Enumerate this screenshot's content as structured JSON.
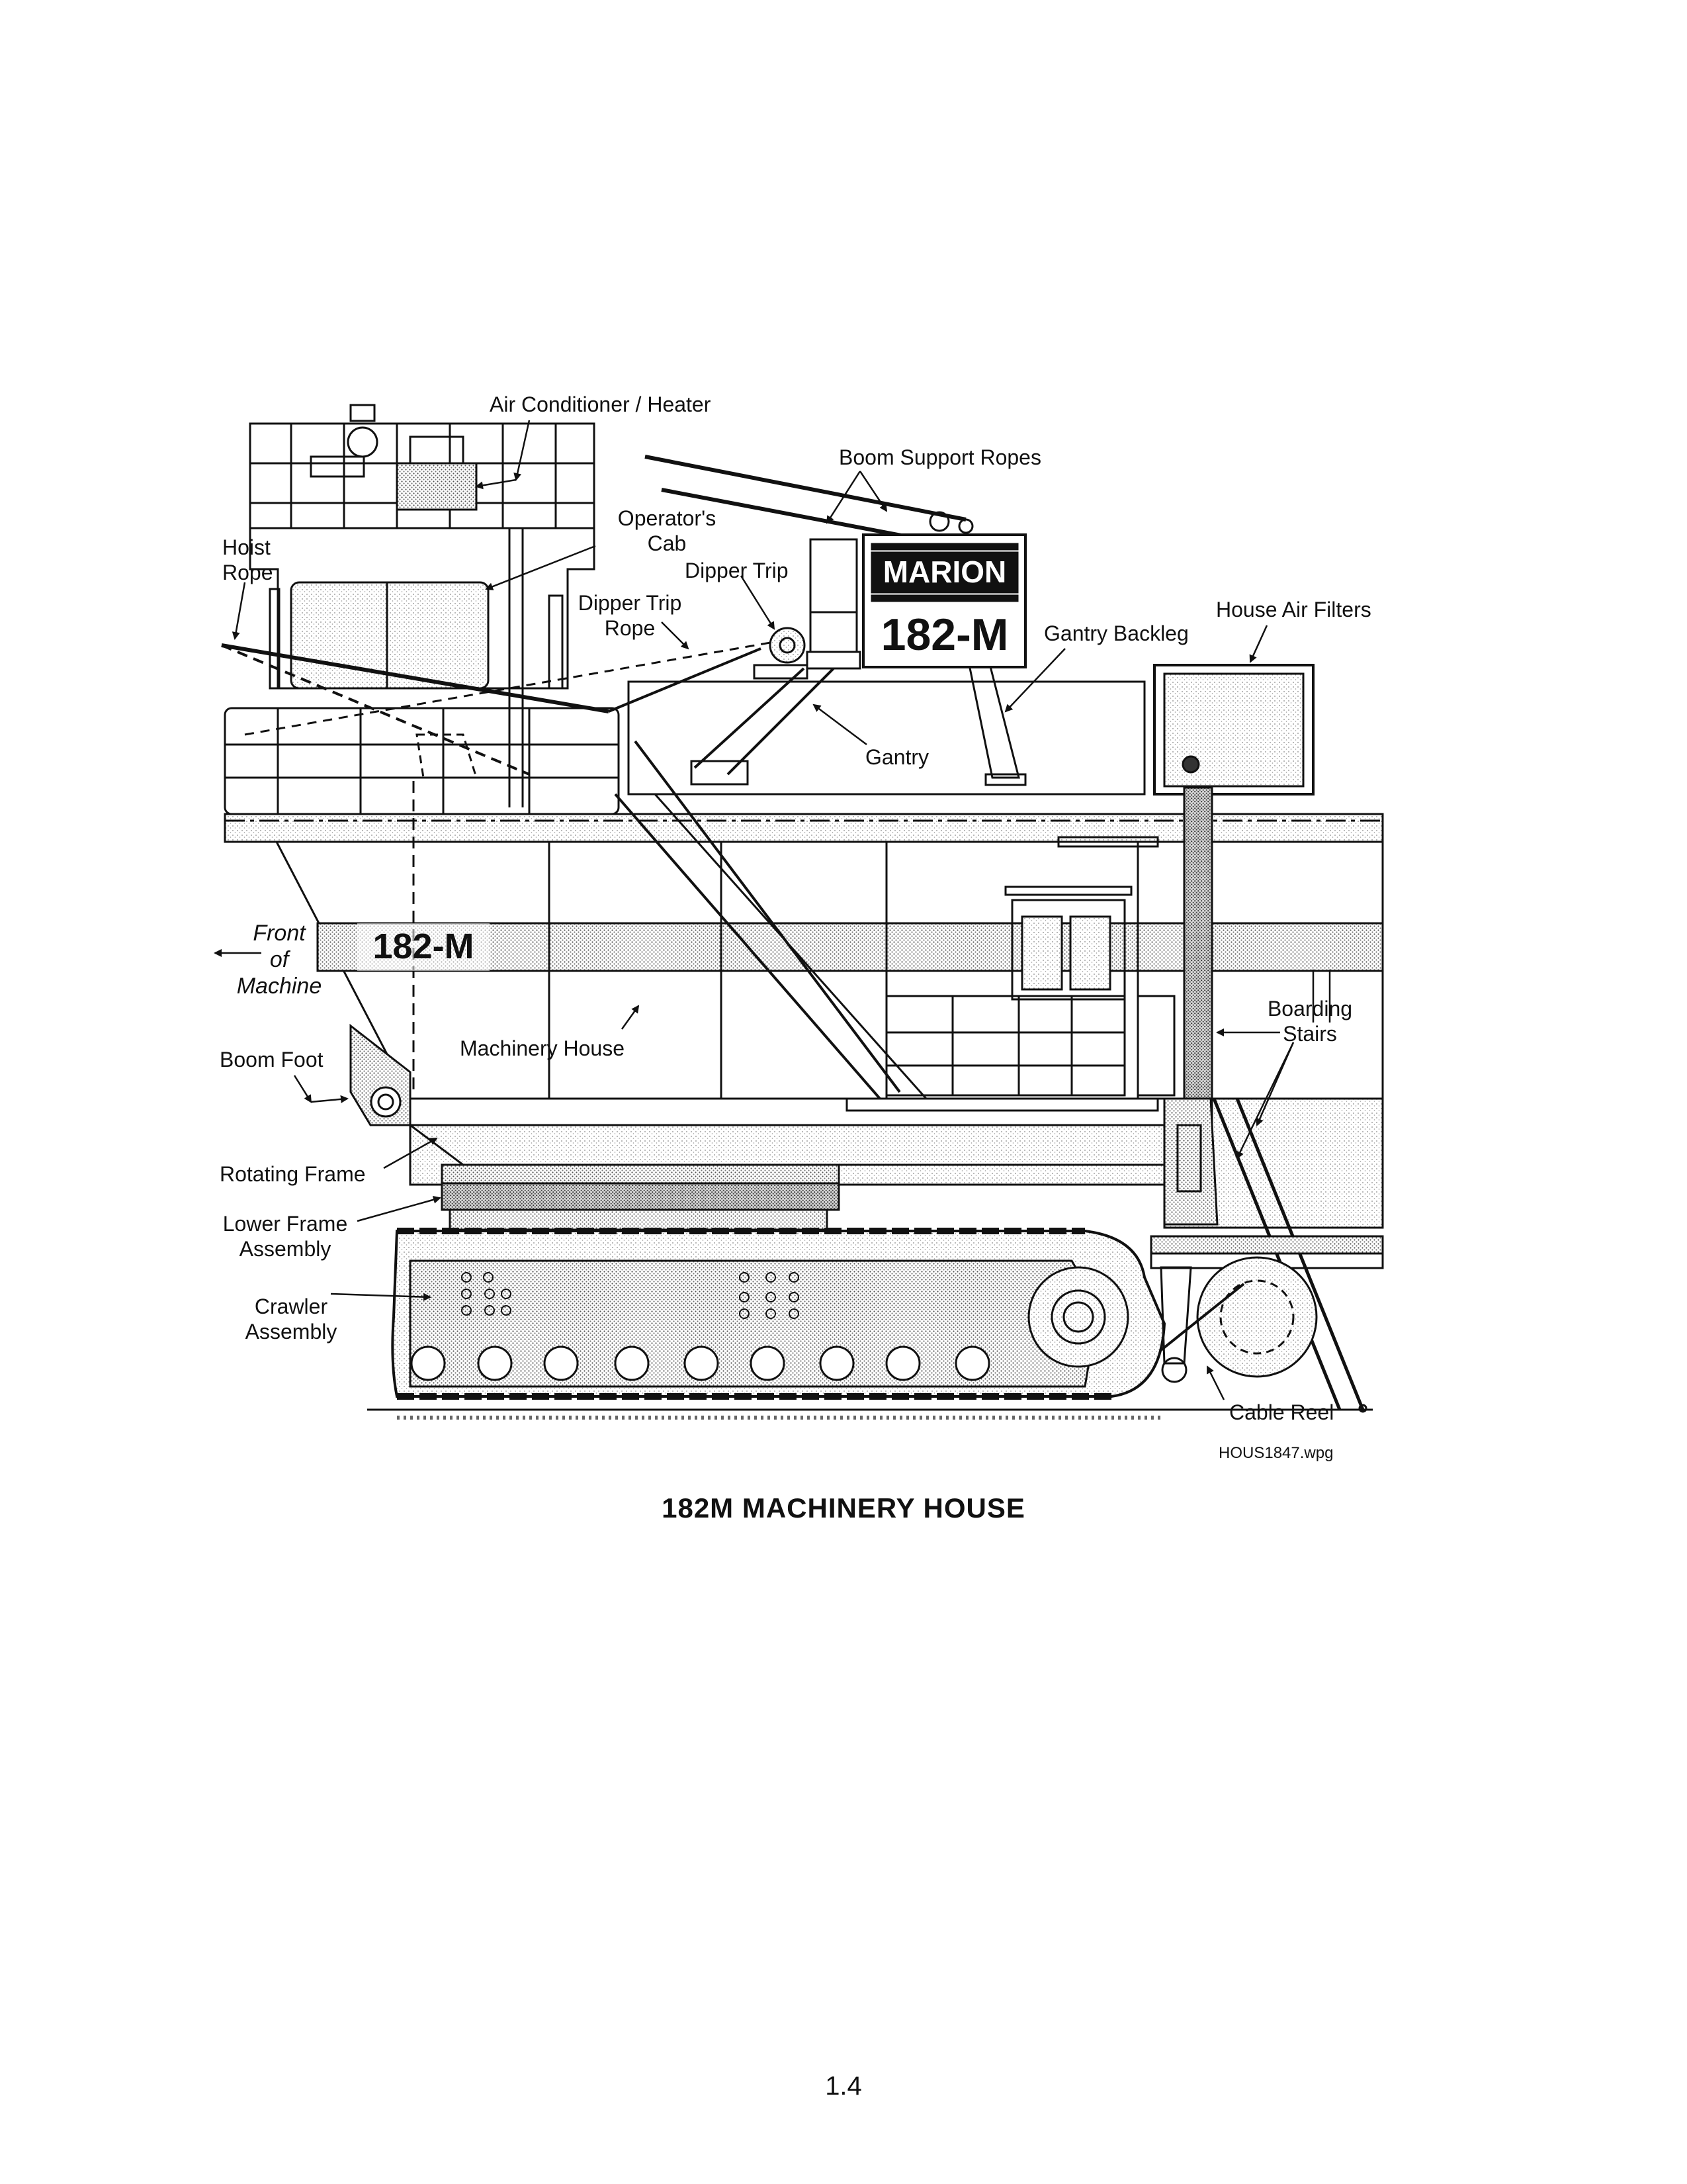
{
  "brand": {
    "plate_name": "MARION",
    "plate_model": "182-M",
    "side_model": "182-M"
  },
  "callouts": {
    "air_conditioner": "Air Conditioner / Heater",
    "boom_support_ropes": "Boom Support Ropes",
    "operators_cab": [
      "Operator's",
      "Cab"
    ],
    "hoist_rope": [
      "Hoist",
      "Rope"
    ],
    "dipper_trip": "Dipper Trip",
    "dipper_trip_rope": [
      "Dipper Trip",
      "Rope"
    ],
    "gantry_backleg": "Gantry Backleg",
    "house_air_filters": "House Air Filters",
    "gantry": "Gantry",
    "front_of_machine": [
      "Front",
      "of",
      "Machine"
    ],
    "machinery_house": "Machinery House",
    "boarding_stairs": [
      "Boarding",
      "Stairs"
    ],
    "boom_foot": "Boom Foot",
    "rotating_frame": "Rotating Frame",
    "lower_frame_assembly": [
      "Lower Frame",
      "Assembly"
    ],
    "crawler_assembly": [
      "Crawler",
      "Assembly"
    ],
    "cable_reel": "Cable Reel"
  },
  "file_ref": "HOUS1847.wpg",
  "caption": "182M MACHINERY HOUSE",
  "page_number": "1.4"
}
